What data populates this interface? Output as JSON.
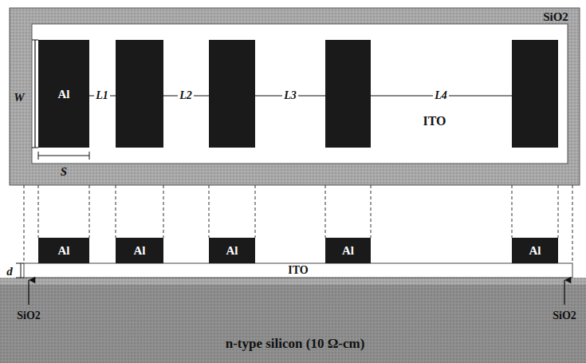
{
  "diagram": {
    "nodes": [
      {
        "text": [
          "SiO2"
        ]
      },
      {
        "text": [
          "ITO"
        ],
        "in": 0
      },
      {
        "text": [
          "Al"
        ],
        "in": 1
      },
      {
        "text": [
          "Al"
        ]
      },
      {
        "text": [
          "Al"
        ]
      },
      {
        "text": [
          "Al"
        ]
      },
      {
        "text": [
          "Al"
        ]
      },
      {
        "text": [
          "Al"
        ]
      },
      {
        "text": [
          "ITO"
        ]
      },
      {
        "text": [
          "n-type silicon (10 Ω-cm)"
        ]
      }
    ],
    "labels": [
      "W",
      "S",
      "L1",
      "L2",
      "L3",
      "L4",
      "d",
      "SiO2",
      "SiO2"
    ]
  }
}
